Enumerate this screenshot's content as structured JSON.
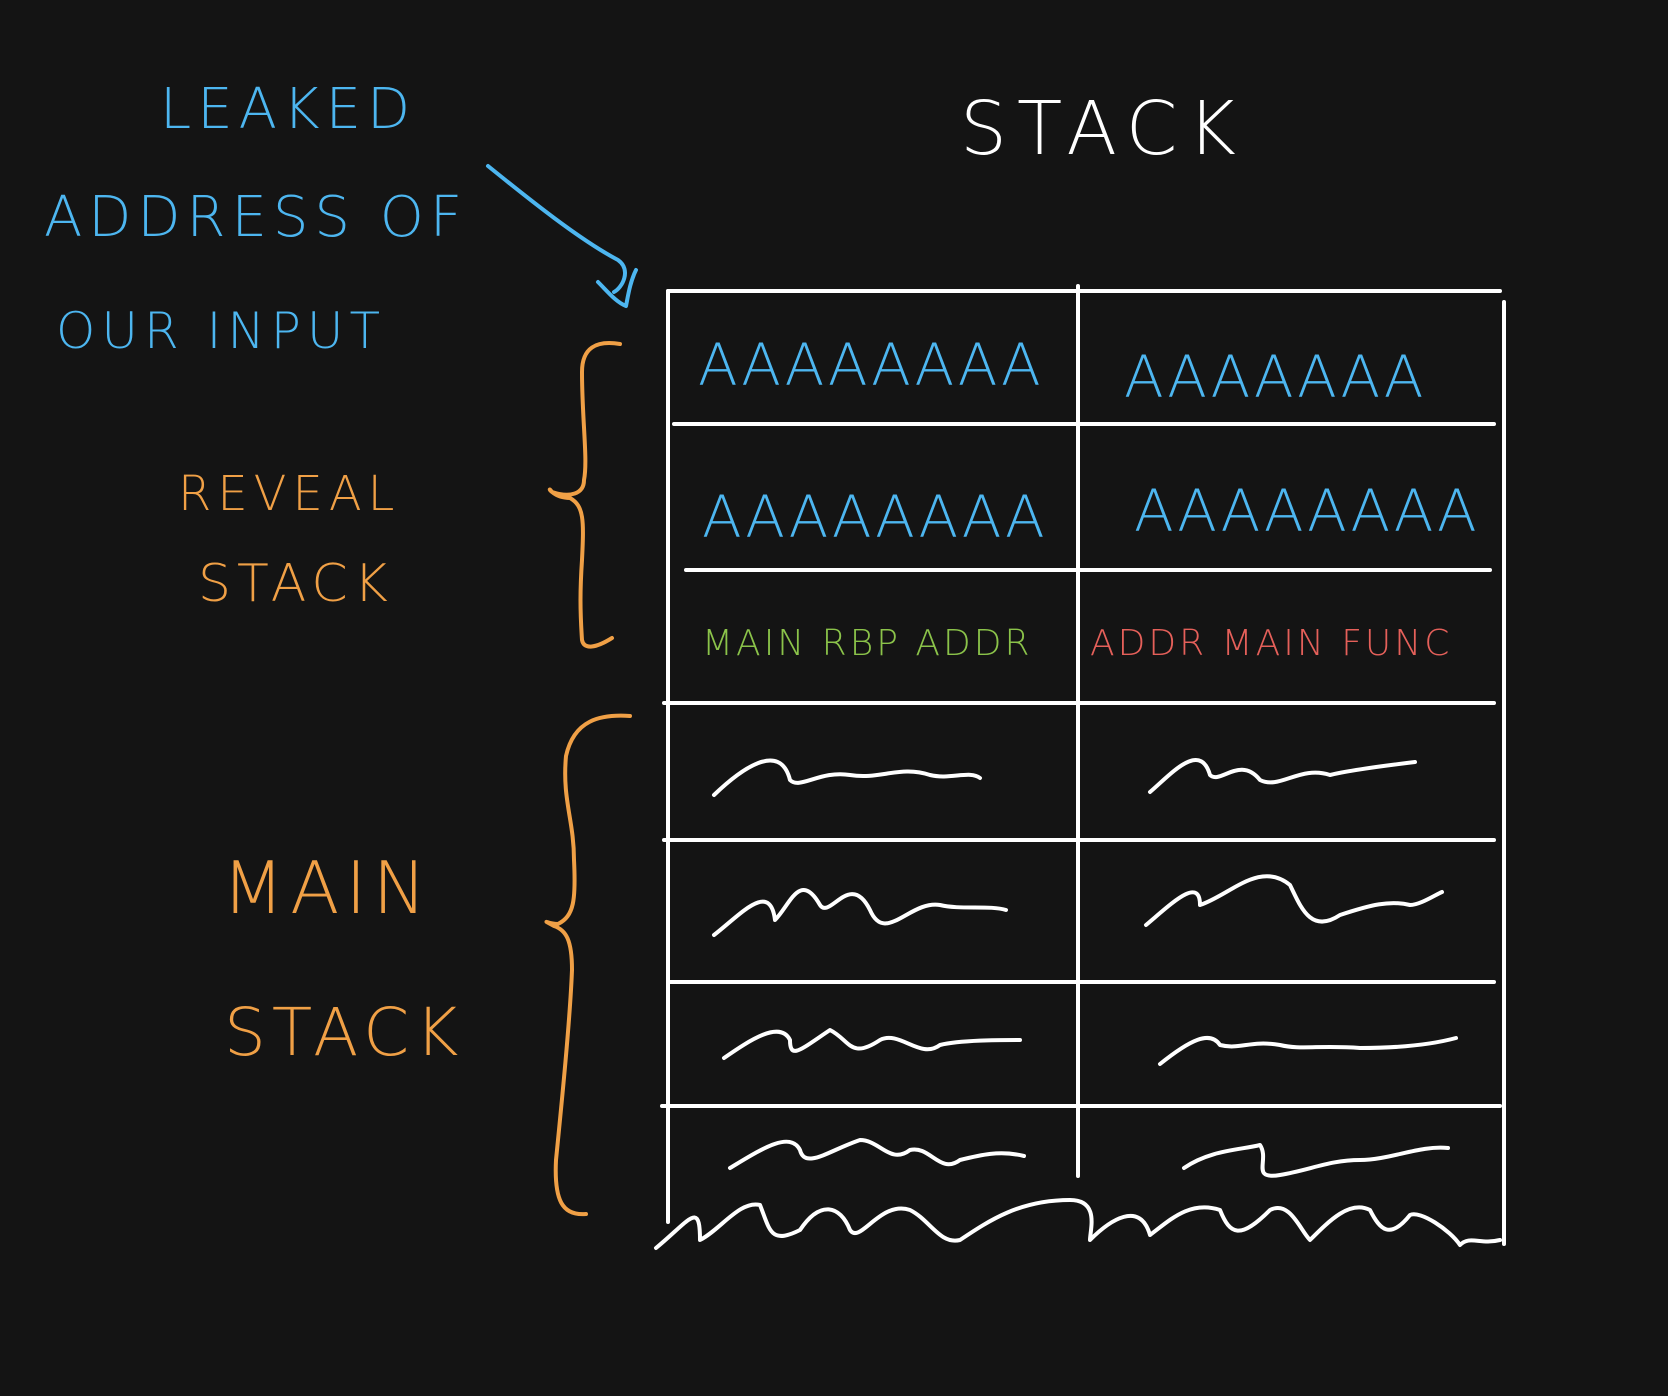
{
  "title": "STACK",
  "annotations": {
    "leaked": [
      "LEAKED",
      "ADDRESS OF",
      "OUR INPUT"
    ],
    "reveal": [
      "REVEAL",
      "STACK"
    ],
    "main": [
      "MAIN",
      "STACK"
    ]
  },
  "stack_table": {
    "rows": [
      [
        "AAAAAAAA",
        "AAAAAAA"
      ],
      [
        "AAAAAAAA",
        "AAAAAAAA"
      ],
      [
        "MAIN RBP ADDR",
        "ADDR MAIN FUNC"
      ]
    ]
  },
  "colors": {
    "background": "#141414",
    "lines": "#ffffff",
    "annotation_blue": "#4db6f0",
    "annotation_orange": "#f0a046",
    "rbp_green": "#8bc34a",
    "ret_red": "#e5605a"
  }
}
